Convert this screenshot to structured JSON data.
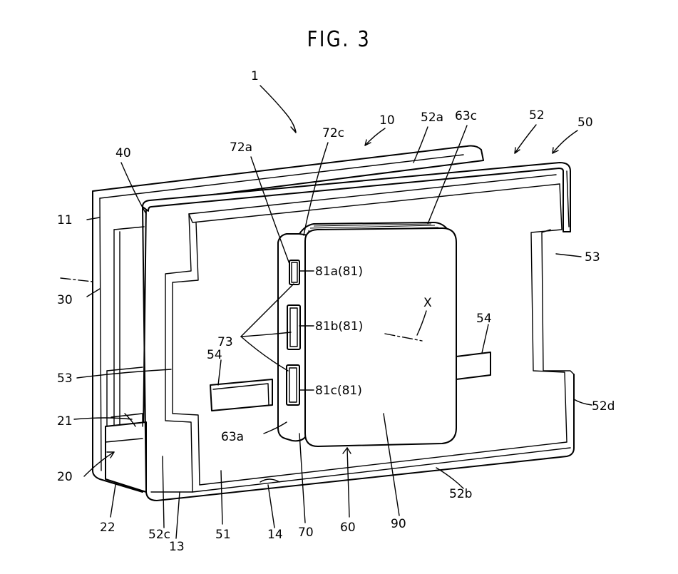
{
  "figure": {
    "title": "FIG. 3",
    "labels": {
      "l1": "1",
      "l10": "10",
      "l11": "11",
      "l13": "13",
      "l14": "14",
      "l20": "20",
      "l21": "21",
      "l22": "22",
      "l30": "30",
      "l40": "40",
      "l50": "50",
      "l51": "51",
      "l52": "52",
      "l52a": "52a",
      "l52b": "52b",
      "l52c": "52c",
      "l52d": "52d",
      "l53_left": "53",
      "l53_right": "53",
      "l54_left": "54",
      "l54_right": "54",
      "l60": "60",
      "l63a": "63a",
      "l63c": "63c",
      "l70": "70",
      "l72a": "72a",
      "l72c": "72c",
      "l73": "73",
      "l81a": "81a(81)",
      "l81b": "81b(81)",
      "l81c": "81c(81)",
      "l90": "90",
      "lX": "X"
    }
  }
}
